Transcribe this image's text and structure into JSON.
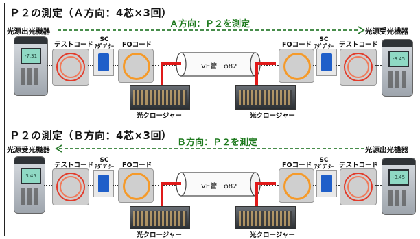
{
  "sections": [
    {
      "title": "Ｐ２の測定（Ａ方向：4芯×3回）",
      "direction": "Ａ方向：Ｐ２を測定",
      "left_end": "光源出光機器",
      "right_end": "光源受光機器",
      "arrow": "right"
    },
    {
      "title": "Ｐ２の測定（Ｂ方向：4芯×3回）",
      "direction": "Ｂ方向：Ｐ２を測定",
      "left_end": "光源受光機器",
      "right_end": "光源出光機器",
      "arrow": "left"
    }
  ],
  "labels": {
    "test_cord": "テストコード",
    "sc": "SC",
    "adapter": "ｱﾀﾞﾌﾟﾀｰ",
    "fo_cord": "FOコード",
    "pipe": "VE管　φ82",
    "closure": "光クロージャー"
  },
  "colors": {
    "direction_text": "#1e7a1e",
    "fiber": "#e01a1a",
    "adapter": "#1f5fc9",
    "coil_fiber": "#f59a2a"
  },
  "meter_readings": [
    "-7.31",
    "-3.45",
    "3.45",
    "-3.45"
  ]
}
